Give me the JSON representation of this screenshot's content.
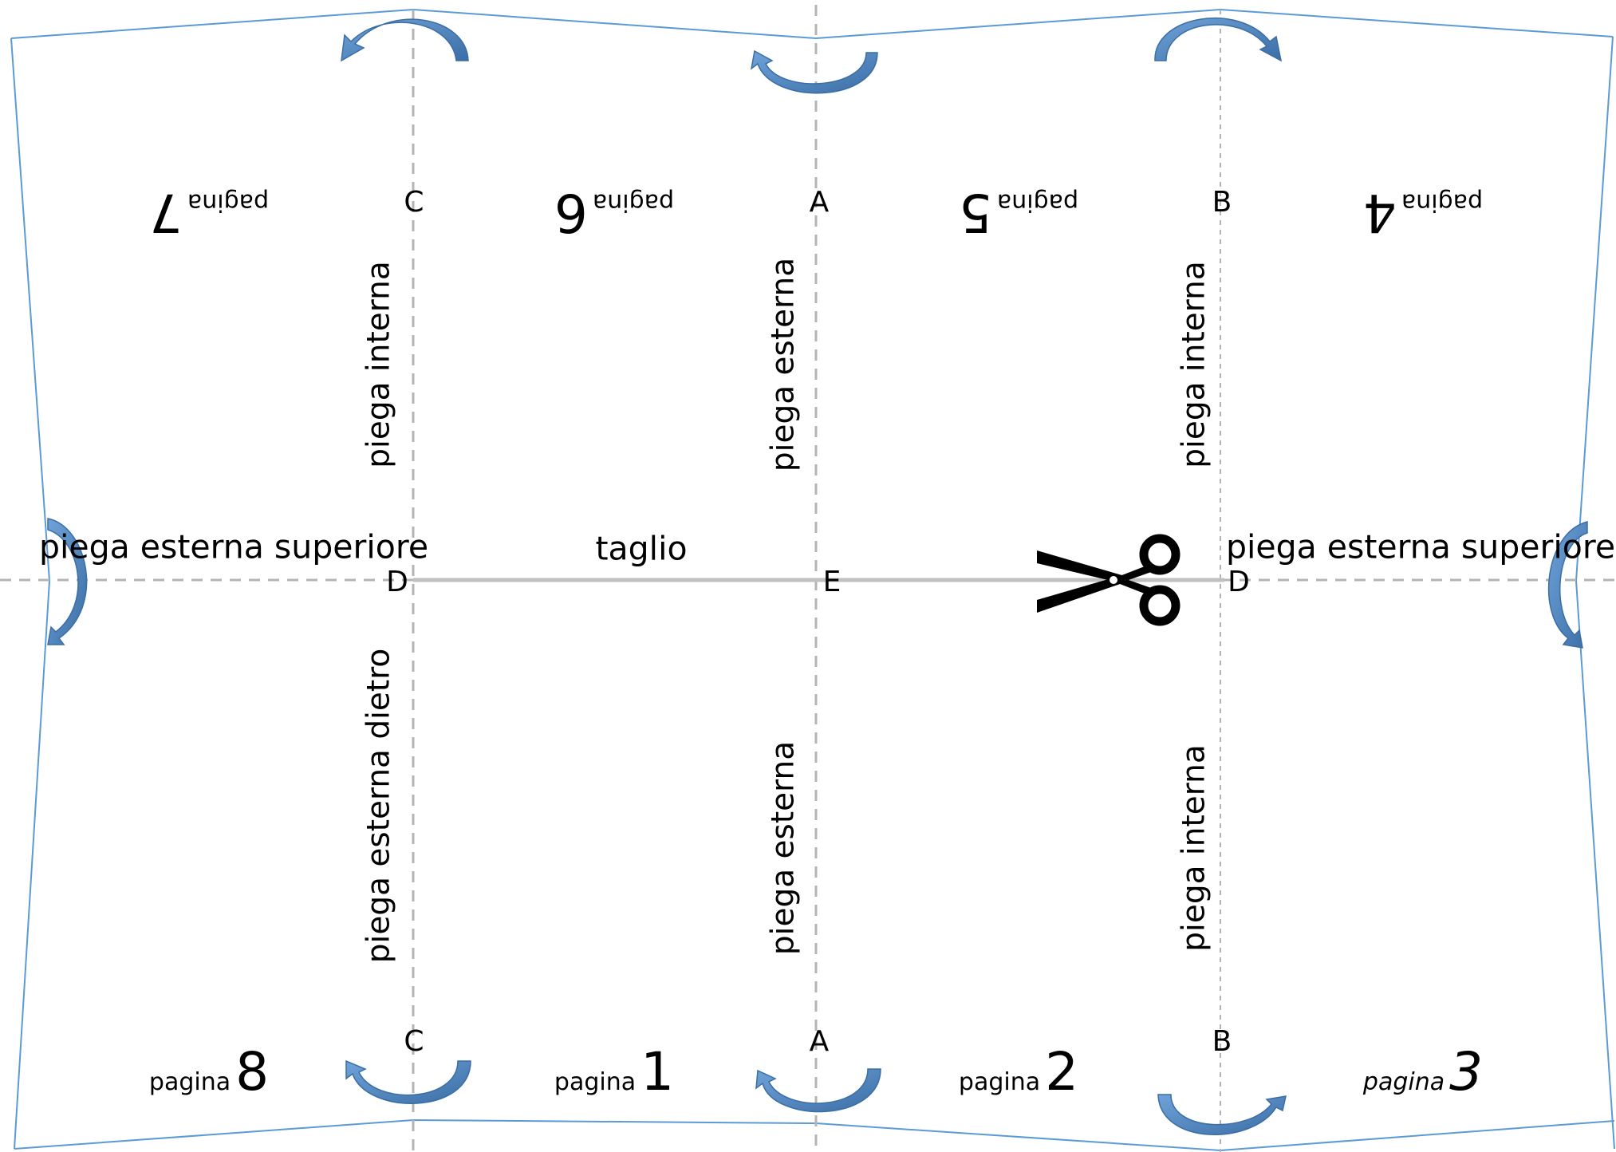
{
  "labels": {
    "C": "C",
    "A": "A",
    "B": "B",
    "D": "D",
    "E": "E"
  },
  "pages": {
    "word": "pagina",
    "p1": "1",
    "p2": "2",
    "p3": "3",
    "p4": "4",
    "p5": "5",
    "p6": "6",
    "p7": "7",
    "p8": "8"
  },
  "folds": {
    "inner": "piega interna",
    "outer": "piega esterna",
    "outer_back": "piega esterna dietro",
    "outer_top": "piega esterna superiore",
    "cut": "taglio"
  },
  "icons": {
    "fold_arrow": "curved-arrow-icon",
    "cut": "scissors-icon"
  },
  "colors": {
    "sheet_outline": "#5b9bd5",
    "arrow_fill": "#4f81bd",
    "arrow_dark": "#3a6ea5",
    "fold_line": "#b4b4b4",
    "cut_line": "#c0c0c0",
    "text": "#000000"
  }
}
